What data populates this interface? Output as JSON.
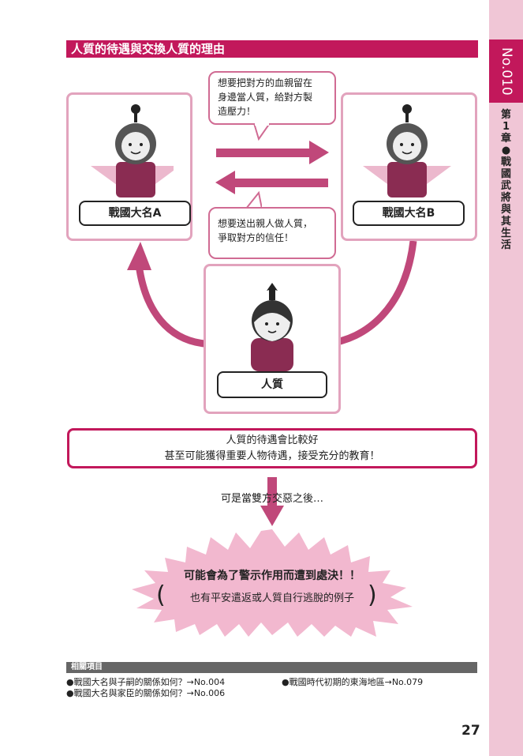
{
  "sidebar": {
    "number": "No.010",
    "chapter": [
      "第",
      "1",
      "章",
      "●",
      "戰",
      "國",
      "武",
      "將",
      "與",
      "其",
      "生",
      "活"
    ]
  },
  "header": {
    "title": "人質的待遇與交換人質的理由"
  },
  "diagram": {
    "left_label": "戰國大名A",
    "right_label": "戰國大名B",
    "hostage_label": "人質",
    "bubble_top": [
      "想要把對方的血親留在",
      "身邊當人質，給對方製",
      "造壓力！"
    ],
    "bubble_bottom": [
      "想要送出親人做人質，",
      "爭取對方的信任！"
    ]
  },
  "summary": {
    "line1": "人質的待遇會比較好",
    "line2": "甚至可能獲得重要人物待遇，接受充分的教育！"
  },
  "transition": "可是當雙方交惡之後…",
  "warning": {
    "main": "可能會為了警示作用而遭到處決！！",
    "sub": "也有平安遣返或人質自行逃脫的例子"
  },
  "related": {
    "title": "相關項目",
    "items": [
      "●戰國大名與子嗣的關係如何？→No.004",
      "●戰國大名與家臣的關係如何？→No.006",
      "●戰國時代初期的東海地區→No.079"
    ]
  },
  "page_number": "27",
  "colors": {
    "accent": "#c2185b",
    "light": "#f0c6d6",
    "arrow": "#c0487a"
  }
}
